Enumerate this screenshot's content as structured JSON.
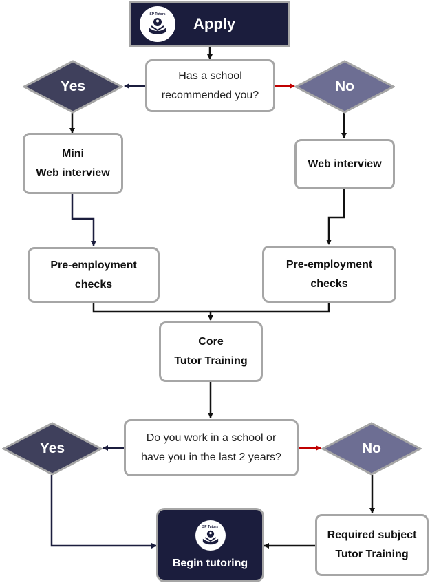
{
  "colors": {
    "dark_navy": "#1b1d3d",
    "yes_diamond": "#3f405c",
    "no_diamond": "#6d6e93",
    "box_border": "#a6a6a6",
    "arrow_black": "#111111",
    "arrow_red": "#c00000"
  },
  "logo": {
    "text": "SP Tutors",
    "icon": "sp-tutors-logo"
  },
  "nodes": {
    "apply": "Apply",
    "q1": [
      "Has a school",
      "recommended you?"
    ],
    "yes1": "Yes",
    "no1": "No",
    "mini_web_interview": [
      "Mini",
      "Web interview"
    ],
    "web_interview": "Web interview",
    "pre_check_left": [
      "Pre-employment",
      "checks"
    ],
    "pre_check_right": [
      "Pre-employment",
      "checks"
    ],
    "core_training": [
      "Core",
      "Tutor Training"
    ],
    "q2": [
      "Do you work in a school or",
      "have you in the last 2 years?"
    ],
    "yes2": "Yes",
    "no2": "No",
    "required_training": [
      "Required subject",
      "Tutor Training"
    ],
    "begin": "Begin tutoring"
  }
}
